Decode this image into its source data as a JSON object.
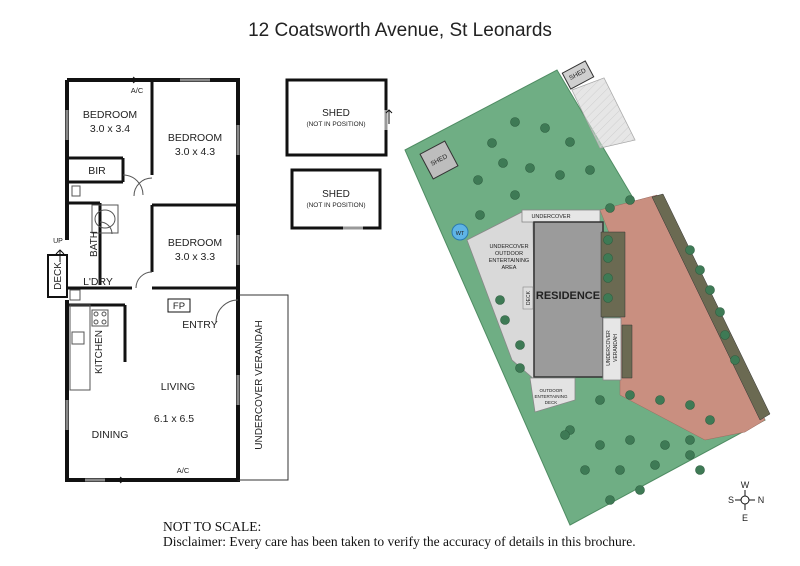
{
  "title": "12 Coatsworth Avenue, St Leonards",
  "floorplan": {
    "bedroom1": {
      "name": "BEDROOM",
      "size": "3.0 x 3.4"
    },
    "bedroom2": {
      "name": "BEDROOM",
      "size": "3.0 x 4.3"
    },
    "bedroom3": {
      "name": "BEDROOM",
      "size": "3.0 x 3.3"
    },
    "bir": "BIR",
    "bath": "BATH",
    "laundry": "L'DRY",
    "deck": "DECK",
    "up": "UP",
    "fireplace": "FP",
    "entry": "ENTRY",
    "kitchen": "KITCHEN",
    "living": {
      "name": "LIVING",
      "size": "6.1 x 6.5"
    },
    "dining": "DINING",
    "verandah": "UNDERCOVER VERANDAH",
    "ac_top": "A/C",
    "ac_bottom": "A/C"
  },
  "sheds": [
    {
      "name": "SHED",
      "note": "(NOT IN POSITION)"
    },
    {
      "name": "SHED",
      "note": "(NOT IN POSITION)"
    }
  ],
  "siteplan": {
    "shed_top": "SHED",
    "shed_left": "SHED",
    "water_tank": "WT",
    "undercover": "UNDERCOVER",
    "outdoor_area": [
      "UNDERCOVER",
      "OUTDOOR",
      "ENTERTAINING",
      "AREA"
    ],
    "residence": "RESIDENCE",
    "deck": "DECK",
    "verandah": [
      "UNDERCOVER",
      "VERANDAH"
    ],
    "deck_bottom": [
      "OUTDOOR",
      "ENTERTAINING",
      "DECK"
    ]
  },
  "compass": {
    "w": "W",
    "s": "S",
    "n": "N",
    "e": "E"
  },
  "footer": {
    "scale_note": "NOT TO SCALE:",
    "disclaimer": "Disclaimer: Every care has been taken to verify the accuracy of details in this brochure."
  },
  "colors": {
    "lawn": "#6fae84",
    "lawn_stroke": "#4f8c63",
    "pavers": "#c98f80",
    "residence": "#9b9b9b",
    "concrete": "#d9d9d9",
    "hedge": "#6b6a52",
    "tank": "#5fb4e6"
  }
}
